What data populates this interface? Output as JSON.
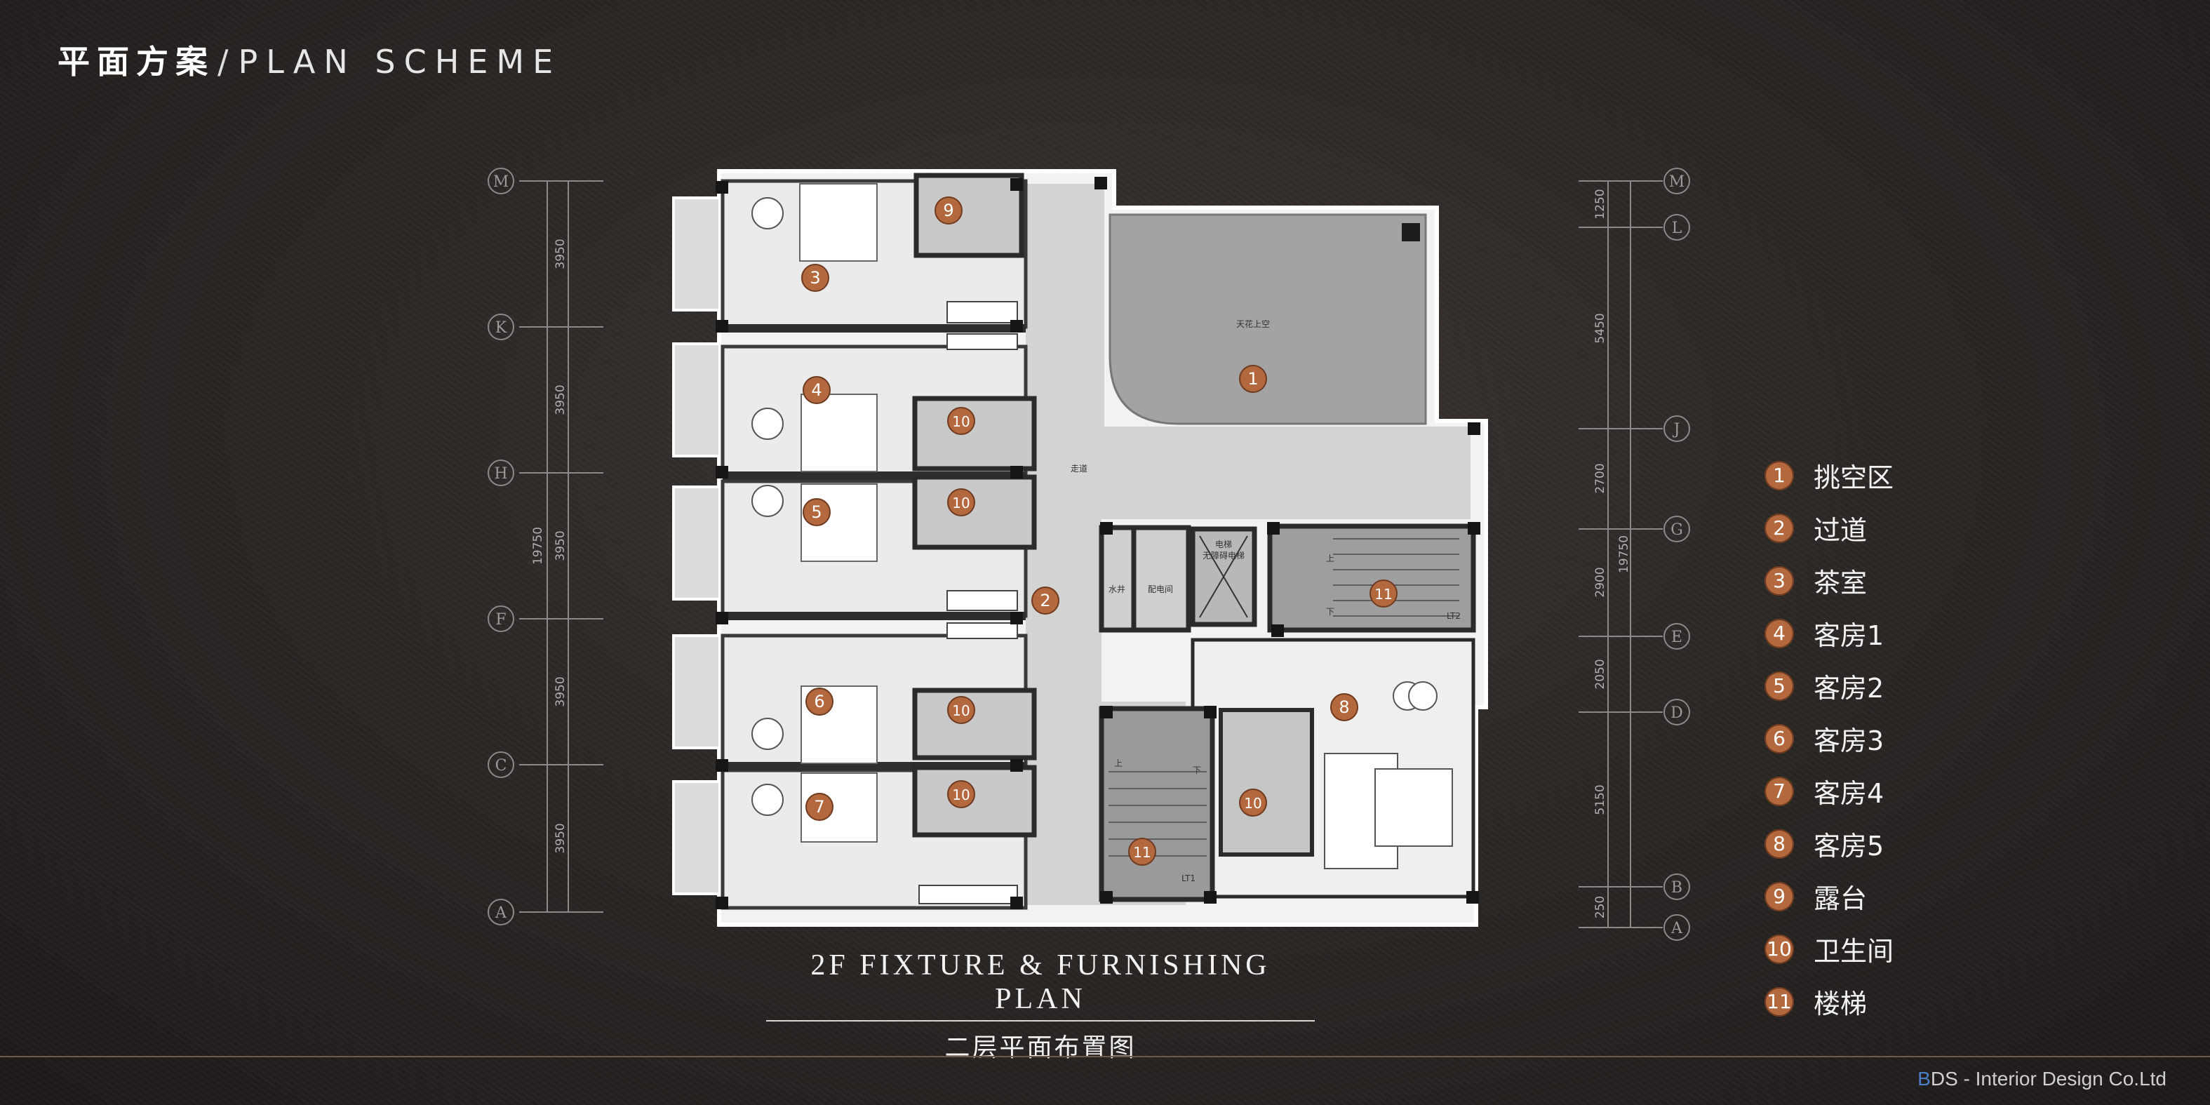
{
  "header": {
    "title_zh": "平面方案",
    "separator": "/",
    "title_en": "PLAN SCHEME"
  },
  "plan": {
    "title_en": "2F FIXTURE & FURNISHING PLAN",
    "title_zh": "二层平面布置图",
    "room_labels": {
      "void": "天花上空",
      "corridor": "走道",
      "water_well": "水井",
      "power_room": "配电间",
      "elevator": "电梯",
      "elevator_sub": "无障碍电梯",
      "up": "上",
      "down": "下",
      "lt": "LT2",
      "lt1": "LT1"
    }
  },
  "room_markers": [
    "1",
    "2",
    "3",
    "4",
    "5",
    "6",
    "7",
    "8",
    "9",
    "10",
    "10",
    "10",
    "10",
    "10",
    "11",
    "11"
  ],
  "axes": {
    "left": {
      "grid_labels": [
        "M",
        "K",
        "H",
        "F",
        "C",
        "A"
      ],
      "segments": [
        "3950",
        "3950",
        "3950",
        "3950",
        "3950"
      ],
      "total": "19750"
    },
    "right": {
      "grid_labels": [
        "M",
        "L",
        "J",
        "G",
        "E",
        "D",
        "B",
        "A"
      ],
      "segments": [
        "1250",
        "5450",
        "2700",
        "2900",
        "2050",
        "5150",
        "250"
      ],
      "total": "19750"
    }
  },
  "legend": [
    {
      "num": "1",
      "label": "挑空区"
    },
    {
      "num": "2",
      "label": "过道"
    },
    {
      "num": "3",
      "label": "茶室"
    },
    {
      "num": "4",
      "label": "客房1"
    },
    {
      "num": "5",
      "label": "客房2"
    },
    {
      "num": "6",
      "label": "客房3"
    },
    {
      "num": "7",
      "label": "客房4"
    },
    {
      "num": "8",
      "label": "客房5"
    },
    {
      "num": "9",
      "label": "露台"
    },
    {
      "num": "10",
      "label": "卫生间"
    },
    {
      "num": "11",
      "label": "楼梯"
    }
  ],
  "footer": {
    "accent": "B",
    "text": "DS - Interior Design Co.Ltd"
  },
  "colors": {
    "marker": "#b4683e",
    "wall": "#2b2b2b",
    "floor": "#ededed",
    "corridor": "#d4d4d4",
    "void": "#9a9a9a"
  }
}
